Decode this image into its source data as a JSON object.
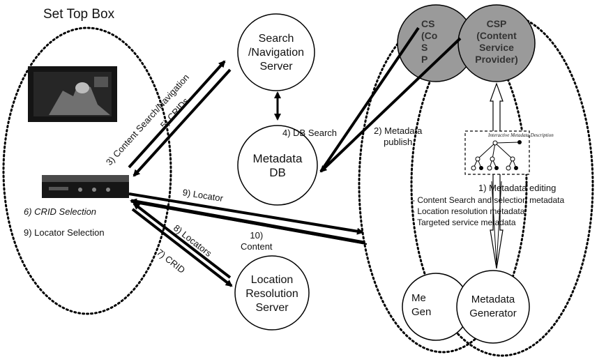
{
  "labels": {
    "stb_title": "Set Top Box",
    "search_server_line1": "Search",
    "search_server_line2": "/Navigation",
    "search_server_line3": "Server",
    "metadata_db_line1": "Metadata",
    "metadata_db_line2": "DB",
    "loc_server_line1": "Location",
    "loc_server_line2": "Resolution",
    "loc_server_line3": "Server",
    "csp_back_line1": "CS",
    "csp_back_line2": "(Co",
    "csp_back_line3": "S",
    "csp_back_line4": "P",
    "csp_front_line1": "CSP",
    "csp_front_line2": "(Content",
    "csp_front_line3": "Service",
    "csp_front_line4": "Provider)",
    "gen_back_line1": "Me",
    "gen_back_line2": "Gen",
    "gen_front_line1": "Metadata",
    "gen_front_line2": "Generator",
    "step3": "3) Content Search/Navigation",
    "step5": "5) CRIDs",
    "step4": "4) DB Search",
    "step2_line1": "2) Metadata",
    "step2_line2": "publish",
    "step6": "6) CRID Selection",
    "step9_sel": "9)  Locator Selection",
    "step9": "9) Locator",
    "step10_line1": "10)",
    "step10_line2": "Content",
    "step8": "8) Locators",
    "step7": "7) CRID",
    "step1": "1) Metadata editing",
    "interactive_desc": "Interactive Metadata Description",
    "meta_items": [
      "- Content Search and selection metadata",
      "- Location resolution metadata",
      "- Targeted service metadata"
    ]
  },
  "colors": {
    "csp_fill": "#9a9a9a",
    "line": "#000000"
  }
}
